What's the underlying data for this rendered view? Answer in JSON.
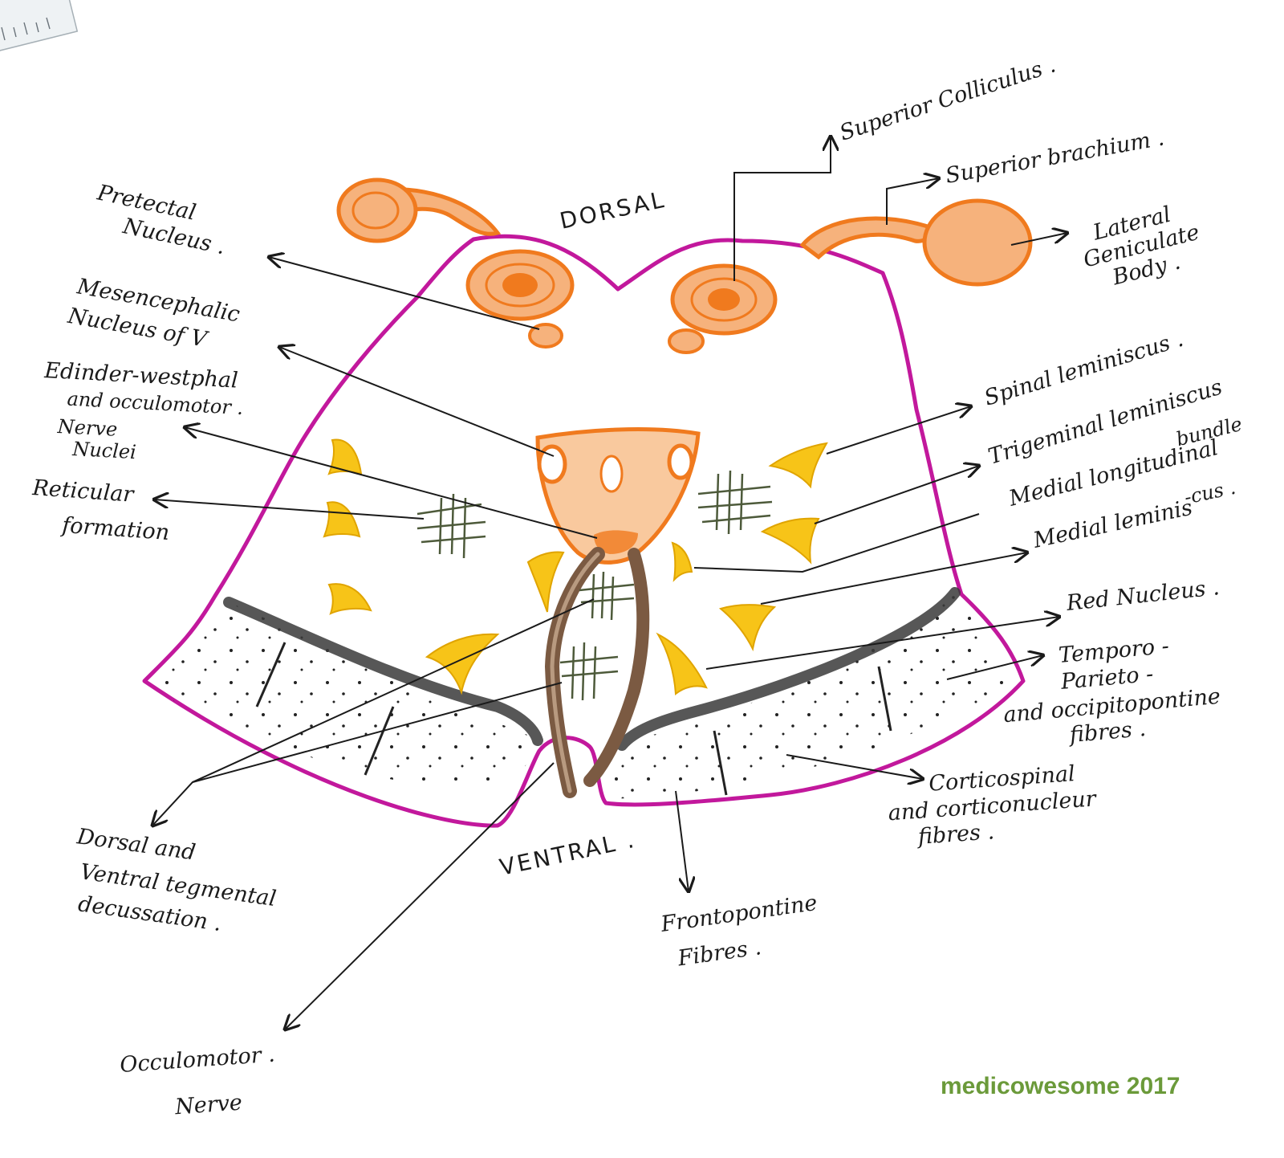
{
  "orientation": {
    "dorsal": "DORSAL",
    "ventral": "VENTRAL ."
  },
  "labels": {
    "superior_colliculus": "Superior Colliculus .",
    "superior_brachium": "Superior brachium .",
    "lateral_geniculate_body": [
      "Lateral",
      "Geniculate",
      "Body ."
    ],
    "pretectal_nucleus": [
      "Pretectal",
      "Nucleus ."
    ],
    "mesencephalic_nucleus": [
      "Mesencephalic",
      "Nucleus of V"
    ],
    "edinger_westphal": [
      "Edinder-westphal",
      "and occulomotor .",
      "Nerve",
      "Nuclei"
    ],
    "reticular_formation": [
      "Reticular",
      "formation"
    ],
    "spinal_lemniscus": "Spinal leminiscus .",
    "trigeminal_lemniscus": "Trigeminal leminiscus",
    "medial_longitudinal_bundle": [
      "Medial longitudinal",
      "bundle"
    ],
    "medial_lemniscus": [
      "Medial leminis",
      "-cus ."
    ],
    "red_nucleus": "Red Nucleus .",
    "temporo_parieto": [
      "Temporo -",
      "Parieto -",
      "and occipitopontine",
      "fibres ."
    ],
    "corticospinal": [
      "Corticospinal",
      "and corticonucleur",
      "fibres ."
    ],
    "frontopontine": [
      "Frontopontine",
      "Fibres ."
    ],
    "tegmental_decussation": [
      "Dorsal and",
      "Ventral tegmental",
      "decussation ."
    ],
    "oculomotor_nerve": [
      "Occulomotor .",
      "Nerve"
    ]
  },
  "watermark": "medicowesome 2017",
  "colors": {
    "outline": "#c2189c",
    "colliculus": "#f07a1e",
    "colliculus_light": "#f6b27c",
    "lemniscus": "#f7c418",
    "fibres": "#7b5a42",
    "peduncle_edge": "#3a3a3a",
    "grid_marks": "#4d5a3a",
    "watermark": "#6b9a3a"
  }
}
